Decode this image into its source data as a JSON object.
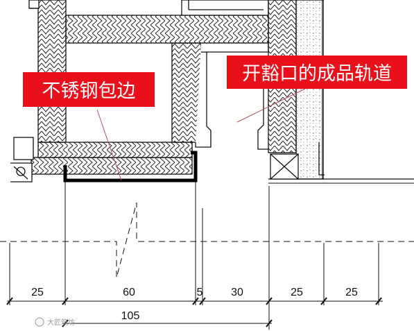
{
  "callouts": {
    "stainless_edge": "不锈钢包边",
    "track": "开豁口的成品轨道"
  },
  "dimensions": {
    "row1": [
      "25",
      "60",
      "5",
      "30",
      "25",
      "25"
    ],
    "total": "105"
  },
  "watermark": "大匠筑坊",
  "colors": {
    "label_bg": "#e8101a",
    "label_text": "#ffffff",
    "line": "#111111",
    "hatch": "#222222",
    "edge_trim": "#000000"
  }
}
